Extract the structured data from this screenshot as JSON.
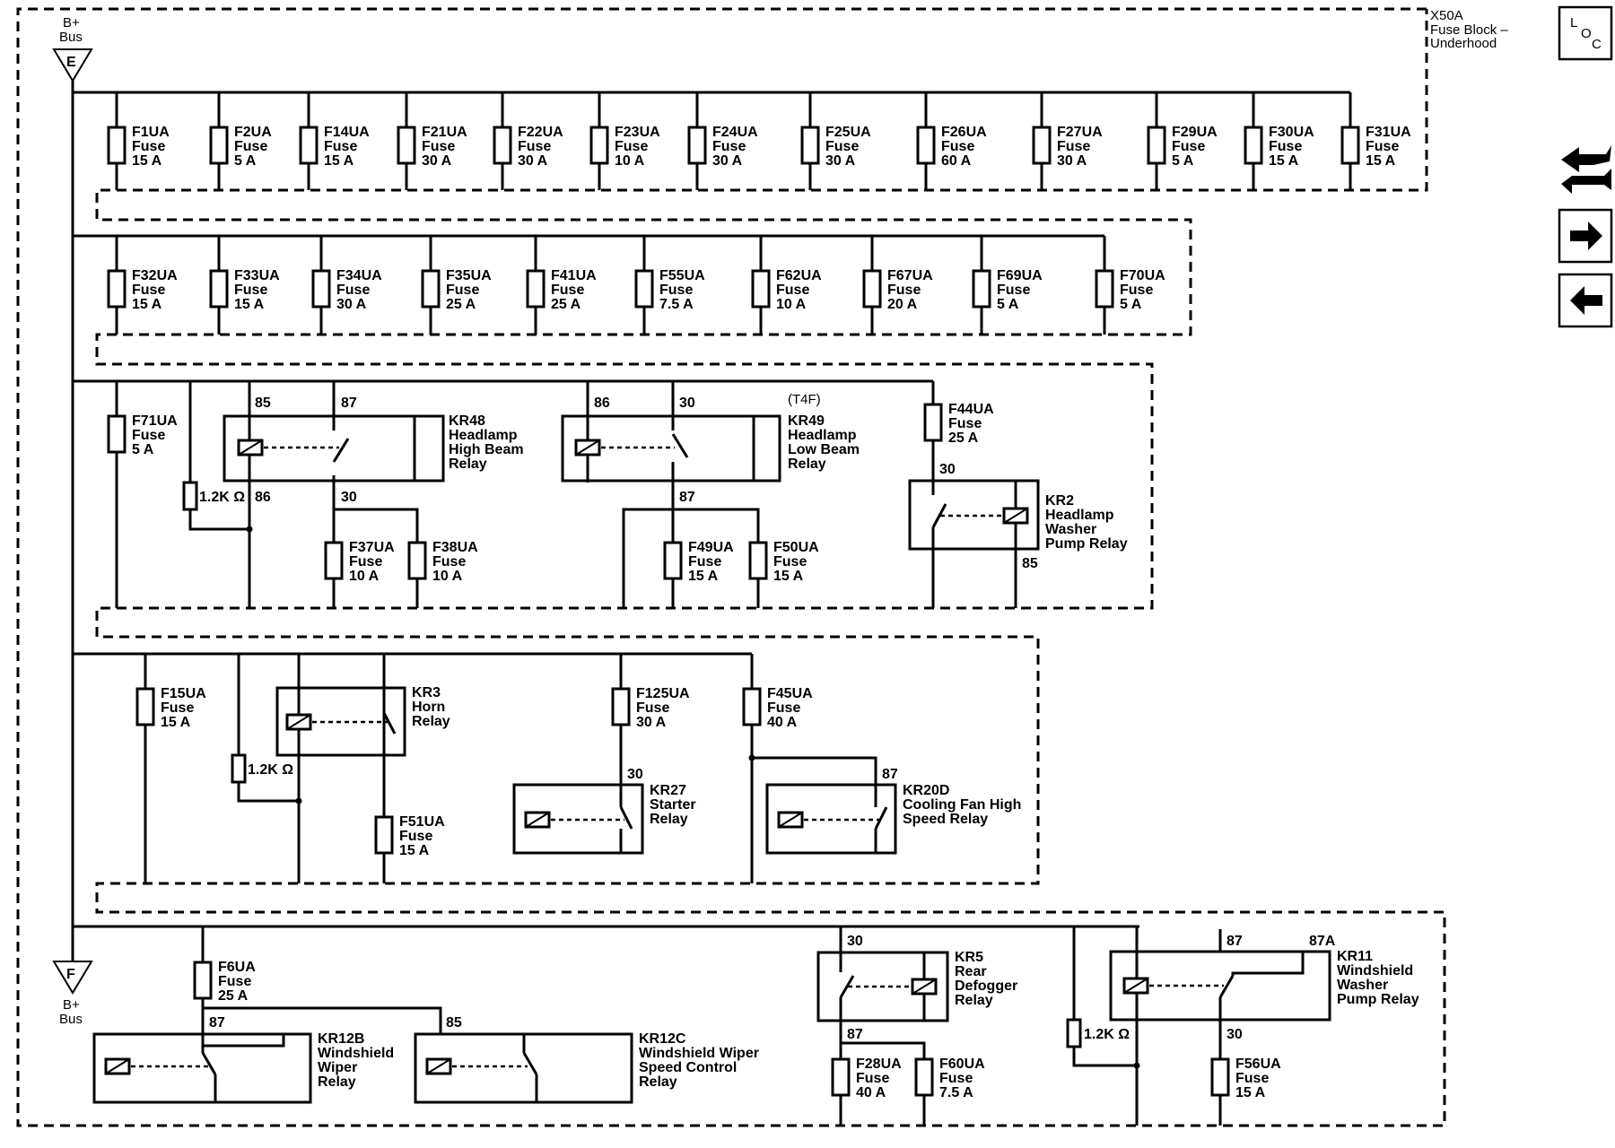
{
  "diagram": {
    "fuse_block": {
      "line1": "X50A",
      "line2": "Fuse Block –",
      "line3": "Underhood"
    },
    "buses": [
      {
        "id": "E",
        "letter": "E",
        "line1": "B+",
        "line2": "Bus"
      },
      {
        "id": "F",
        "letter": "F",
        "line1": "B+",
        "line2": "Bus"
      }
    ],
    "fuses_row1": [
      {
        "name": "F1UA",
        "type": "Fuse",
        "rating": "15 A"
      },
      {
        "name": "F2UA",
        "type": "Fuse",
        "rating": "5 A"
      },
      {
        "name": "F14UA",
        "type": "Fuse",
        "rating": "15 A"
      },
      {
        "name": "F21UA",
        "type": "Fuse",
        "rating": "30 A"
      },
      {
        "name": "F22UA",
        "type": "Fuse",
        "rating": "30 A"
      },
      {
        "name": "F23UA",
        "type": "Fuse",
        "rating": "10 A"
      },
      {
        "name": "F24UA",
        "type": "Fuse",
        "rating": "30 A"
      },
      {
        "name": "F25UA",
        "type": "Fuse",
        "rating": "30 A"
      },
      {
        "name": "F26UA",
        "type": "Fuse",
        "rating": "60 A"
      },
      {
        "name": "F27UA",
        "type": "Fuse",
        "rating": "30 A"
      },
      {
        "name": "F29UA",
        "type": "Fuse",
        "rating": "5 A"
      },
      {
        "name": "F30UA",
        "type": "Fuse",
        "rating": "15 A"
      },
      {
        "name": "F31UA",
        "type": "Fuse",
        "rating": "15 A"
      }
    ],
    "fuses_row2": [
      {
        "name": "F32UA",
        "type": "Fuse",
        "rating": "15 A"
      },
      {
        "name": "F33UA",
        "type": "Fuse",
        "rating": "15 A"
      },
      {
        "name": "F34UA",
        "type": "Fuse",
        "rating": "30 A"
      },
      {
        "name": "F35UA",
        "type": "Fuse",
        "rating": "25 A"
      },
      {
        "name": "F41UA",
        "type": "Fuse",
        "rating": "25 A"
      },
      {
        "name": "F55UA",
        "type": "Fuse",
        "rating": "7.5 A"
      },
      {
        "name": "F62UA",
        "type": "Fuse",
        "rating": "10 A"
      },
      {
        "name": "F67UA",
        "type": "Fuse",
        "rating": "20 A"
      },
      {
        "name": "F69UA",
        "type": "Fuse",
        "rating": "5 A"
      },
      {
        "name": "F70UA",
        "type": "Fuse",
        "rating": "5 A"
      }
    ],
    "fuses_other": [
      {
        "name": "F71UA",
        "type": "Fuse",
        "rating": "5 A"
      },
      {
        "name": "F37UA",
        "type": "Fuse",
        "rating": "10 A"
      },
      {
        "name": "F38UA",
        "type": "Fuse",
        "rating": "10 A"
      },
      {
        "name": "F49UA",
        "type": "Fuse",
        "rating": "15 A"
      },
      {
        "name": "F50UA",
        "type": "Fuse",
        "rating": "15 A"
      },
      {
        "name": "F44UA",
        "type": "Fuse",
        "rating": "25 A"
      },
      {
        "name": "F15UA",
        "type": "Fuse",
        "rating": "15 A"
      },
      {
        "name": "F51UA",
        "type": "Fuse",
        "rating": "15 A"
      },
      {
        "name": "F125UA",
        "type": "Fuse",
        "rating": "30 A"
      },
      {
        "name": "F45UA",
        "type": "Fuse",
        "rating": "40 A"
      },
      {
        "name": "F6UA",
        "type": "Fuse",
        "rating": "25 A"
      },
      {
        "name": "F28UA",
        "type": "Fuse",
        "rating": "40 A"
      },
      {
        "name": "F60UA",
        "type": "Fuse",
        "rating": "7.5 A"
      },
      {
        "name": "F56UA",
        "type": "Fuse",
        "rating": "15 A"
      }
    ],
    "relays": [
      {
        "id": "KR48",
        "lines": [
          "KR48",
          "Headlamp",
          "High Beam",
          "Relay"
        ]
      },
      {
        "id": "KR49",
        "lines": [
          "KR49",
          "Headlamp",
          "Low Beam",
          "Relay"
        ]
      },
      {
        "id": "KR2",
        "lines": [
          "KR2",
          "Headlamp",
          "Washer",
          "Pump Relay"
        ]
      },
      {
        "id": "KR3",
        "lines": [
          "KR3",
          "Horn",
          "Relay"
        ]
      },
      {
        "id": "KR27",
        "lines": [
          "KR27",
          "Starter",
          "Relay"
        ]
      },
      {
        "id": "KR20D",
        "lines": [
          "KR20D",
          "Cooling Fan High",
          "Speed Relay"
        ]
      },
      {
        "id": "KR12B",
        "lines": [
          "KR12B",
          "Windshield",
          "Wiper",
          "Relay"
        ]
      },
      {
        "id": "KR12C",
        "lines": [
          "KR12C",
          "Windshield Wiper",
          "Speed Control",
          "Relay"
        ]
      },
      {
        "id": "KR5",
        "lines": [
          "KR5",
          "Rear",
          "Defogger",
          "Relay"
        ]
      },
      {
        "id": "KR11",
        "lines": [
          "KR11",
          "Windshield",
          "Washer",
          "Pump Relay"
        ]
      }
    ],
    "resistor_label": "1.2K Ω",
    "option_code": "(T4F)",
    "pins": {
      "p85": "85",
      "p86": "86",
      "p87": "87",
      "p30": "30",
      "p87a": "87A"
    }
  },
  "nav": {
    "loc_top": "L",
    "loc_mid": "O",
    "loc_bot": "C",
    "icons": [
      "loc-icon",
      "connector-tool-icon",
      "arrow-right-icon",
      "arrow-left-icon"
    ]
  }
}
